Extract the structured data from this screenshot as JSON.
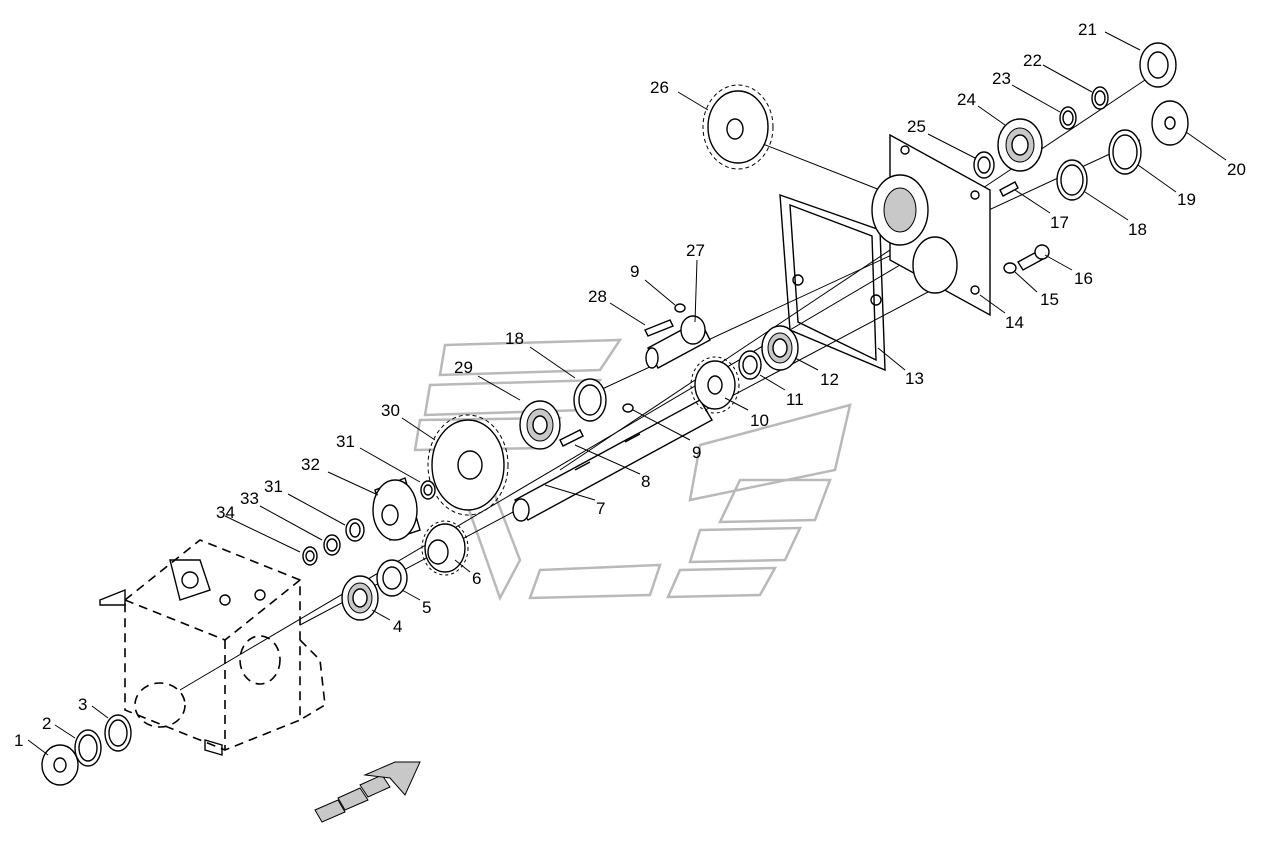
{
  "callouts": [
    {
      "id": "1",
      "text": "1"
    },
    {
      "id": "2",
      "text": "2"
    },
    {
      "id": "3",
      "text": "3"
    },
    {
      "id": "4",
      "text": "4"
    },
    {
      "id": "5",
      "text": "5"
    },
    {
      "id": "6",
      "text": "6"
    },
    {
      "id": "7",
      "text": "7"
    },
    {
      "id": "8",
      "text": "8"
    },
    {
      "id": "9a",
      "text": "9"
    },
    {
      "id": "9b",
      "text": "9"
    },
    {
      "id": "10",
      "text": "10"
    },
    {
      "id": "11",
      "text": "11"
    },
    {
      "id": "12",
      "text": "12"
    },
    {
      "id": "13",
      "text": "13"
    },
    {
      "id": "14",
      "text": "14"
    },
    {
      "id": "15",
      "text": "15"
    },
    {
      "id": "16",
      "text": "16"
    },
    {
      "id": "17",
      "text": "17"
    },
    {
      "id": "18a",
      "text": "18"
    },
    {
      "id": "18b",
      "text": "18"
    },
    {
      "id": "19",
      "text": "19"
    },
    {
      "id": "20",
      "text": "20"
    },
    {
      "id": "21",
      "text": "21"
    },
    {
      "id": "22",
      "text": "22"
    },
    {
      "id": "23",
      "text": "23"
    },
    {
      "id": "24",
      "text": "24"
    },
    {
      "id": "25",
      "text": "25"
    },
    {
      "id": "26",
      "text": "26"
    },
    {
      "id": "27",
      "text": "27"
    },
    {
      "id": "28",
      "text": "28"
    },
    {
      "id": "29",
      "text": "29"
    },
    {
      "id": "30",
      "text": "30"
    },
    {
      "id": "31a",
      "text": "31"
    },
    {
      "id": "31b",
      "text": "31"
    },
    {
      "id": "32",
      "text": "32"
    },
    {
      "id": "33",
      "text": "33"
    },
    {
      "id": "34",
      "text": "34"
    }
  ]
}
